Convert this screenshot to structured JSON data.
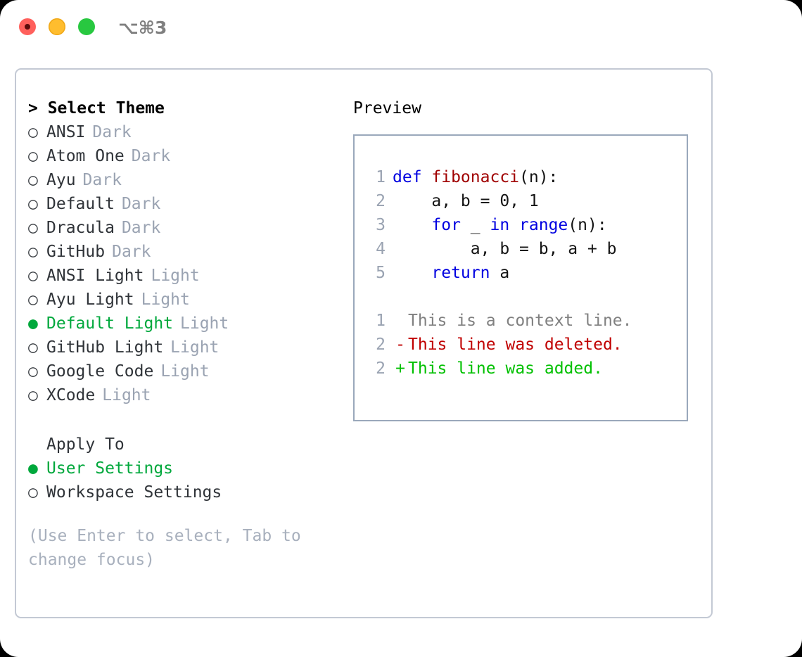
{
  "window": {
    "shortcut_label": "⌥⌘3",
    "traffic_lights": [
      {
        "name": "close",
        "color": "#ff605c"
      },
      {
        "name": "minimize",
        "color": "#ffbd2e"
      },
      {
        "name": "maximize",
        "color": "#28c840"
      }
    ]
  },
  "theme_picker": {
    "header": "> Select Theme",
    "bullet_selected": "●",
    "bullet_unselected": "○",
    "accent_color": "#00a83c",
    "items": [
      {
        "bullet": "○",
        "name": "ANSI",
        "tag": "Dark",
        "selected": false
      },
      {
        "bullet": "○",
        "name": "Atom One",
        "tag": "Dark",
        "selected": false
      },
      {
        "bullet": "○",
        "name": "Ayu",
        "tag": "Dark",
        "selected": false
      },
      {
        "bullet": "○",
        "name": "Default",
        "tag": "Dark",
        "selected": false
      },
      {
        "bullet": "○",
        "name": "Dracula",
        "tag": "Dark",
        "selected": false
      },
      {
        "bullet": "○",
        "name": "GitHub",
        "tag": "Dark",
        "selected": false
      },
      {
        "bullet": "○",
        "name": "ANSI Light",
        "tag": "Light",
        "selected": false
      },
      {
        "bullet": "○",
        "name": "Ayu Light",
        "tag": "Light",
        "selected": false
      },
      {
        "bullet": "●",
        "name": "Default Light",
        "tag": "Light",
        "selected": true
      },
      {
        "bullet": "○",
        "name": "GitHub Light",
        "tag": "Light",
        "selected": false
      },
      {
        "bullet": "○",
        "name": "Google Code",
        "tag": "Light",
        "selected": false
      },
      {
        "bullet": "○",
        "name": "XCode",
        "tag": "Light",
        "selected": false
      }
    ]
  },
  "apply_to": {
    "header": "Apply To",
    "items": [
      {
        "bullet": "●",
        "name": "User Settings",
        "selected": true
      },
      {
        "bullet": "○",
        "name": "Workspace Settings",
        "selected": false
      }
    ]
  },
  "hint": "(Use Enter to select, Tab to change focus)",
  "preview": {
    "title": "Preview",
    "code_lines": [
      {
        "num": "1",
        "segments": [
          {
            "text": "def ",
            "style": "kw"
          },
          {
            "text": "fibonacci",
            "style": "fn"
          },
          {
            "text": "(n):",
            "style": "plain"
          }
        ]
      },
      {
        "num": "2",
        "segments": [
          {
            "text": "    a, b = 0, 1",
            "style": "plain"
          }
        ]
      },
      {
        "num": "3",
        "segments": [
          {
            "text": "    ",
            "style": "plain"
          },
          {
            "text": "for ",
            "style": "kw"
          },
          {
            "text": "_ ",
            "style": "plain"
          },
          {
            "text": "in ",
            "style": "kw"
          },
          {
            "text": "range",
            "style": "kw"
          },
          {
            "text": "(n):",
            "style": "plain"
          }
        ]
      },
      {
        "num": "4",
        "segments": [
          {
            "text": "        a, b = b, a + b",
            "style": "plain"
          }
        ]
      },
      {
        "num": "5",
        "segments": [
          {
            "text": "    ",
            "style": "plain"
          },
          {
            "text": "return ",
            "style": "kw"
          },
          {
            "text": "a",
            "style": "plain"
          }
        ]
      }
    ],
    "diff_lines": [
      {
        "num": "1",
        "mark": " ",
        "text": "This is a context line.",
        "style": "ctx"
      },
      {
        "num": "2",
        "mark": "-",
        "text": "This line was deleted.",
        "style": "del"
      },
      {
        "num": "2",
        "mark": "+",
        "text": "This line was added.",
        "style": "add"
      }
    ]
  }
}
